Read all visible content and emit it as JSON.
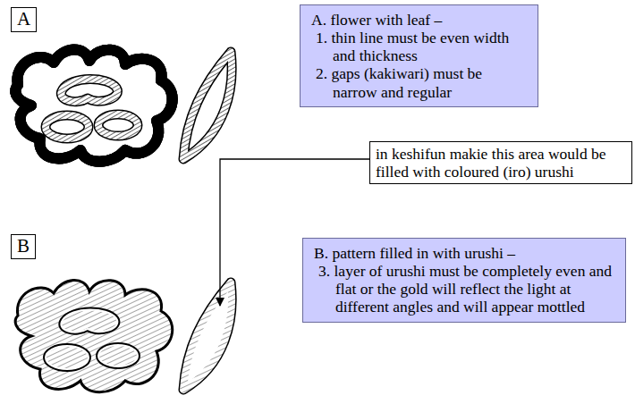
{
  "diagram": {
    "nodes": [
      {
        "text": [
          "A"
        ]
      },
      {
        "text": [
          "A. flower with leaf –",
          "1. thin line must be even width and thickness",
          "2. gaps (kakiwari) must be narrow and regular"
        ]
      },
      {
        "text": [
          "in keshifun makie this area would be filled with coloured (iro) urushi"
        ]
      },
      {
        "text": [
          "B"
        ]
      },
      {
        "text": [
          "B. pattern filled in with urushi –",
          "3. layer of urushi must be completely even and flat or the gold will reflect the light at different angles and will appear mottled"
        ]
      }
    ]
  }
}
